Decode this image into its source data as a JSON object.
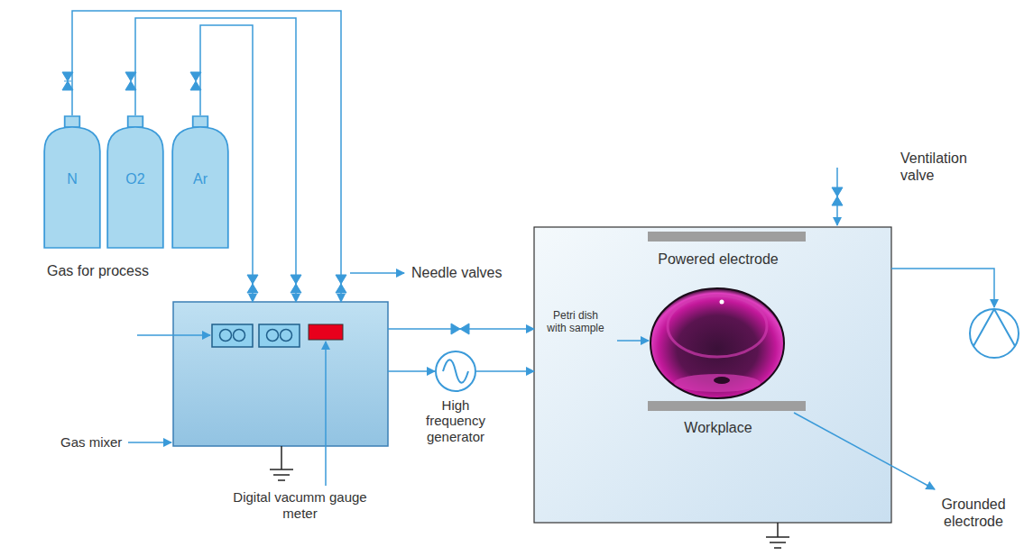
{
  "diagram": {
    "nodes": [
      {
        "text": [
          "N"
        ]
      },
      {
        "text": [
          "O2"
        ]
      },
      {
        "text": [
          "Ar"
        ]
      },
      {
        "text": [
          "Gas mixer"
        ]
      },
      {
        "text": [
          "High frequency generator"
        ]
      },
      {
        "text": [
          "Powered electrode",
          "Petri dish with sample",
          "Workplace"
        ]
      }
    ],
    "edges": [
      {
        "from": 0,
        "to": 3,
        "arrow": "to"
      },
      {
        "from": 1,
        "to": 3,
        "arrow": "to"
      },
      {
        "from": 2,
        "to": 3,
        "arrow": "to"
      },
      {
        "from": 3,
        "to": 5,
        "arrow": "to"
      },
      {
        "from": 3,
        "to": 4,
        "arrow": "to"
      },
      {
        "from": 4,
        "to": 5,
        "arrow": "to"
      }
    ],
    "labels": [
      "Gas for process",
      "Needle valves",
      "Digital vacumm gauge meter",
      "Ventilation valve",
      "Grounded electrode"
    ]
  }
}
